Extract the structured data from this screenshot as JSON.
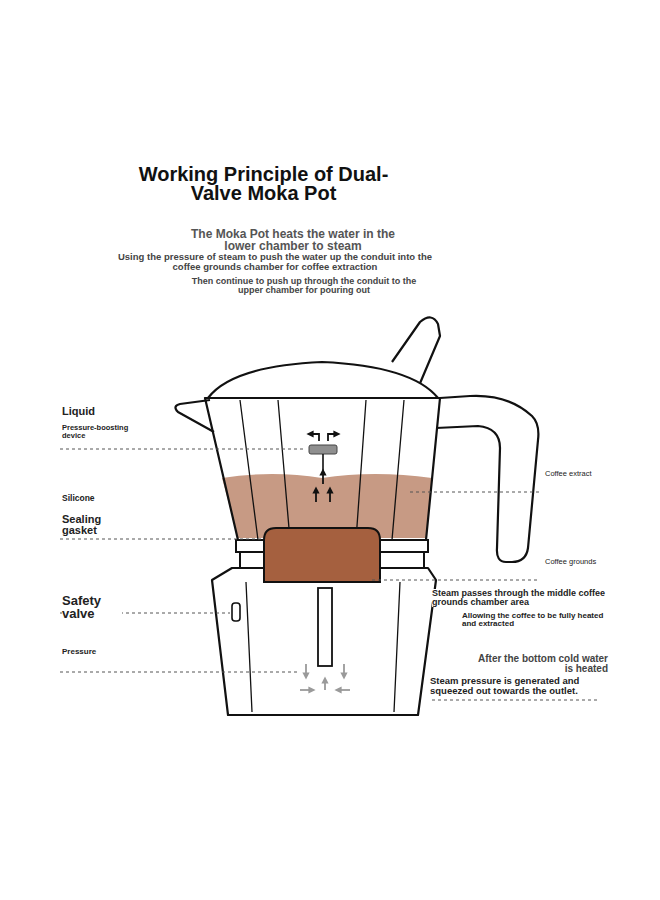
{
  "diagram": {
    "title": "Working Principle of Dual-Valve Moka Pot",
    "labels": [
      "The Moka Pot heats the water in the lower chamber to steam",
      "Using the pressure of steam to push the water up the conduit into the coffee grounds chamber for coffee extraction",
      "Then continue to push up through the conduit to the upper chamber for pouring out",
      "Liquid",
      "Pressure-boosting device",
      "Silicone",
      "Sealing gasket",
      "Safety valve",
      "Pressure",
      "Coffee extract",
      "Coffee grounds",
      "Steam passes through the middle coffee grounds chamber area",
      "Allowing the coffee to be fully heated and extracted",
      "After the bottom cold water is heated",
      "Steam pressure is generated and squeezed out towards the outlet."
    ]
  }
}
